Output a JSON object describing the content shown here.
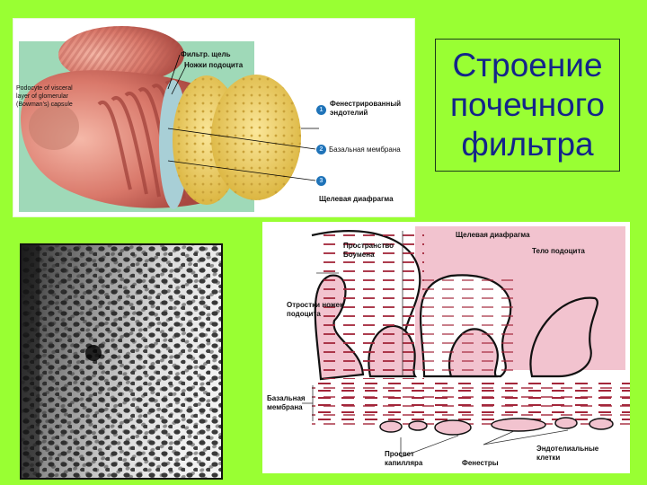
{
  "slide": {
    "title_lines": [
      "Строение",
      "почечного",
      "фильтра"
    ],
    "colors": {
      "background": "#99ff33",
      "title_text": "#14248a",
      "podocyte_pink": "#f2c3cf",
      "membrane_dash": "#a3263a",
      "endothelium_yellow": "#f0cf5a",
      "badge_blue": "#1f73b8"
    }
  },
  "illustration": {
    "labels": {
      "filter_slit": "Фильтр. щель",
      "podocyte_feet": "Ножки подоцита",
      "podocyte_caption_line1": "Podocyte of visceral",
      "podocyte_caption_line2": "layer of glomerular",
      "podocyte_caption_line3": "(Bowman's) capsule"
    },
    "legend": [
      {
        "number": "1",
        "text_line1": "Фенестрированный",
        "text_line2": "эндотелий"
      },
      {
        "number": "2",
        "text_line1": "Базальная мембрана",
        "text_line2": ""
      },
      {
        "number": "3",
        "text_line1": "",
        "text_line2": "Щелевая диафрагма"
      }
    ]
  },
  "micrograph": {
    "description": "electron-micrograph-fenestrated-endothelium"
  },
  "diagram": {
    "labels": {
      "slit_diaphragm": "Щелевая диафрагма",
      "bowman_space_line1": "Пространство",
      "bowman_space_line2": "Боумена",
      "podocyte_body": "Тело подоцита",
      "foot_processes_line1": "Отростки ножек",
      "foot_processes_line2": "подоцита",
      "basement_membrane_line1": "Базальная",
      "basement_membrane_line2": "мембрана",
      "capillary_lumen_line1": "Просвет",
      "capillary_lumen_line2": "капилляра",
      "fenestrae": "Фенестры",
      "endothelial_cells_line1": "Эндотелиальные",
      "endothelial_cells_line2": "клетки"
    }
  }
}
